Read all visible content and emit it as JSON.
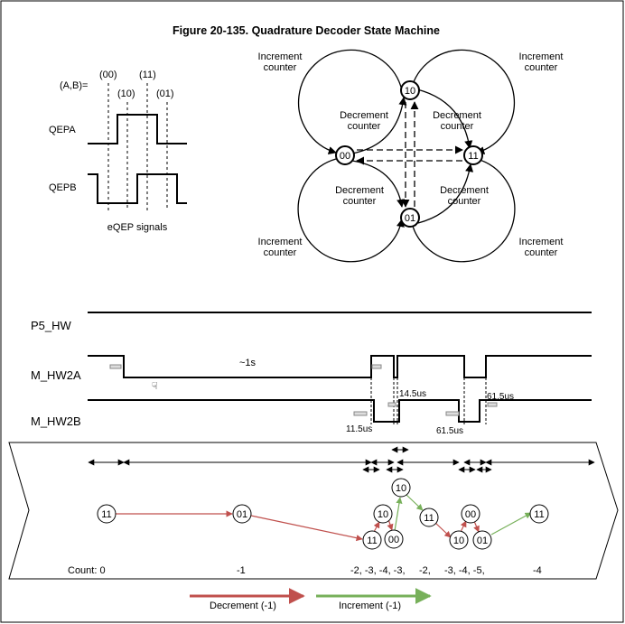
{
  "figure": {
    "title": "Figure 20-135.  Quadrature Decoder State Machine",
    "ab_label": "(A,B)=",
    "ab_states": [
      "(00)",
      "(10)",
      "(11)",
      "(01)"
    ],
    "qepa_label": "QEPA",
    "qepb_label": "QEPB",
    "eqep_caption": "eQEP signals",
    "states": [
      "10",
      "00",
      "11",
      "01"
    ],
    "increment_line1": "Increment",
    "increment_line2": "counter",
    "decrement_line1": "Decrement",
    "decrement_line2": "counter"
  },
  "timing": {
    "signals": [
      "P5_HW",
      "M_HW2A",
      "M_HW2B"
    ],
    "duration_label": "~1s",
    "pulse_labels": [
      "14.5us",
      "11.5us",
      "61.5us",
      "61.5us"
    ]
  },
  "sequence": {
    "count_label": "Count: 0",
    "counts": [
      "-1",
      "-2, -3, -4, -3,",
      "-2,",
      "-3, -4, -5,",
      "-4"
    ],
    "nodes": [
      "11",
      "01",
      "11",
      "10",
      "00",
      "10",
      "11",
      "10",
      "00",
      "01",
      "11"
    ]
  },
  "legend": {
    "decrement": "Decrement (-1)",
    "increment": "Increment (-1)",
    "decrement_color": "#c0504d",
    "increment_color": "#77b05a"
  }
}
